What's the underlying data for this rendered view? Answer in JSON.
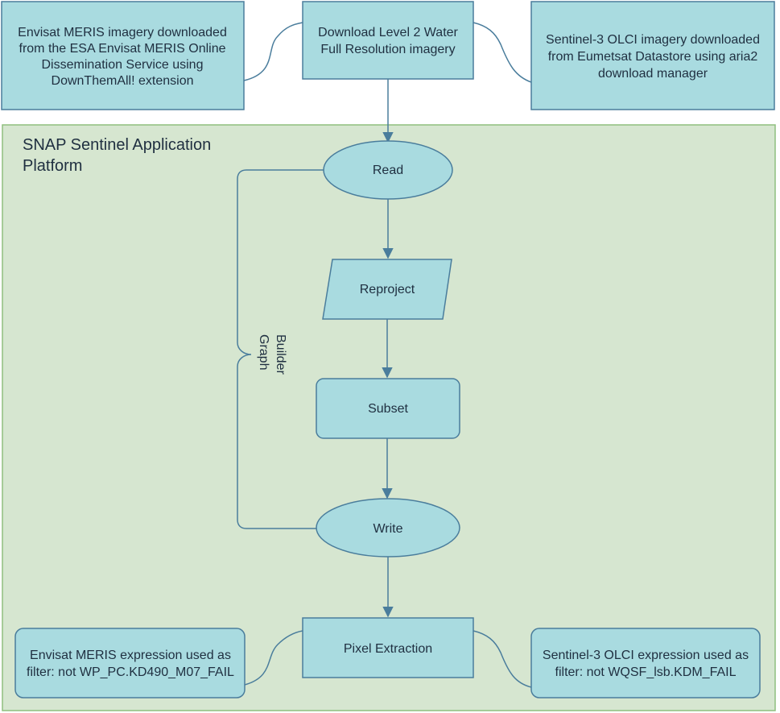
{
  "platform": {
    "title_line1": "SNAP Sentinel Application",
    "title_line2": "Platform"
  },
  "graph_builder": {
    "line1": "Graph",
    "line2": "Builder"
  },
  "nodes": {
    "download": {
      "line1": "Download Level 2 Water",
      "line2": "Full Resolution imagery"
    },
    "envisat_source": {
      "line1": "Envisat MERIS imagery downloaded",
      "line2": "from the ESA Envisat MERIS Online",
      "line3": "Dissemination Service using",
      "line4": "DownThemAll! extension"
    },
    "sentinel_source": {
      "line1": "Sentinel-3 OLCI imagery downloaded",
      "line2": "from Eumetsat Datastore using aria2",
      "line3": "download manager"
    },
    "read": {
      "label": "Read"
    },
    "reproject": {
      "label": "Reproject"
    },
    "subset": {
      "label": "Subset"
    },
    "write": {
      "label": "Write"
    },
    "pixel_extraction": {
      "label": "Pixel Extraction"
    },
    "envisat_expr": {
      "line1": "Envisat MERIS expression used as",
      "line2": "filter: not WP_PC.KD490_M07_FAIL"
    },
    "sentinel_expr": {
      "line1": "Sentinel-3 OLCI expression used as",
      "line2": "filter: not WQSF_lsb.KDM_FAIL"
    }
  },
  "colors": {
    "node_fill": "#a9dbe0",
    "node_stroke": "#4a7d9c",
    "container_fill": "#d6e6d0",
    "container_stroke": "#8fbf7f",
    "text": "#1f2f40"
  }
}
